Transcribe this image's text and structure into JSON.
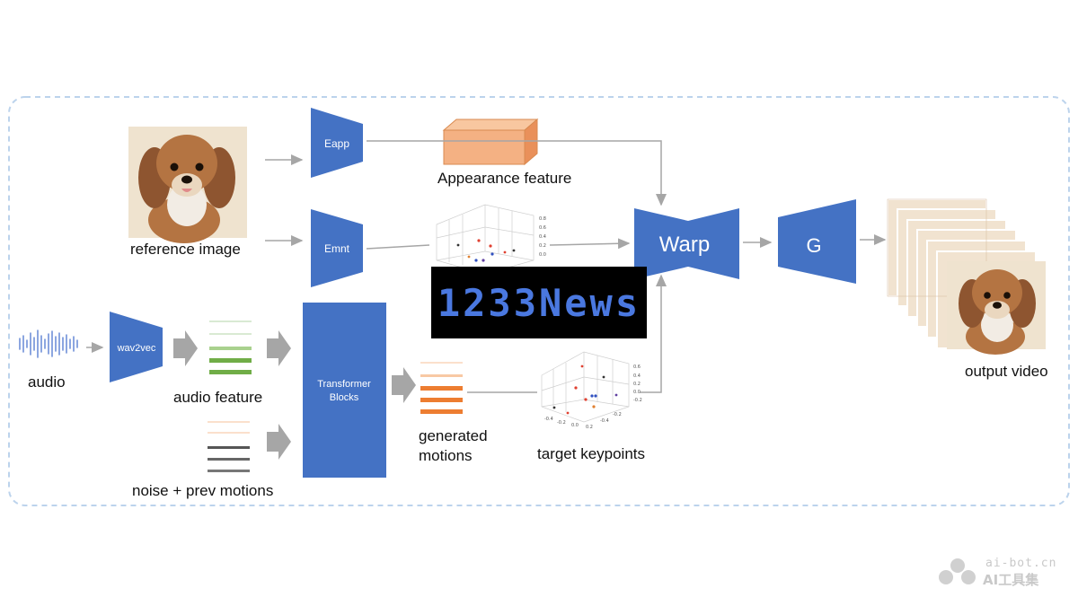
{
  "labels": {
    "reference_image": "reference image",
    "appearance_feature": "Appearance feature",
    "audio": "audio",
    "audio_feature": "audio feature",
    "noise_prev_motions": "noise + prev motions",
    "generated_motions_1": "generated",
    "generated_motions_2": "motions",
    "target_keypoints": "target keypoints",
    "output_video": "output video"
  },
  "blocks": {
    "eapp": "Eapp",
    "emnt": "Emnt",
    "wav2vec": "wav2vec",
    "transformer_1": "Transformer",
    "transformer_2": "Blocks",
    "warp": "Warp",
    "g": "G"
  },
  "overlay": {
    "banner_text": "1233News"
  },
  "watermark": {
    "line1": "ai-bot.cn",
    "line2": "AI工具集"
  },
  "colors": {
    "block_blue": "#4472c4",
    "orange": "#f4b183",
    "green": "#70ad47",
    "dashed_border": "#bcd3ec",
    "arrow_gray": "#a6a6a6"
  }
}
